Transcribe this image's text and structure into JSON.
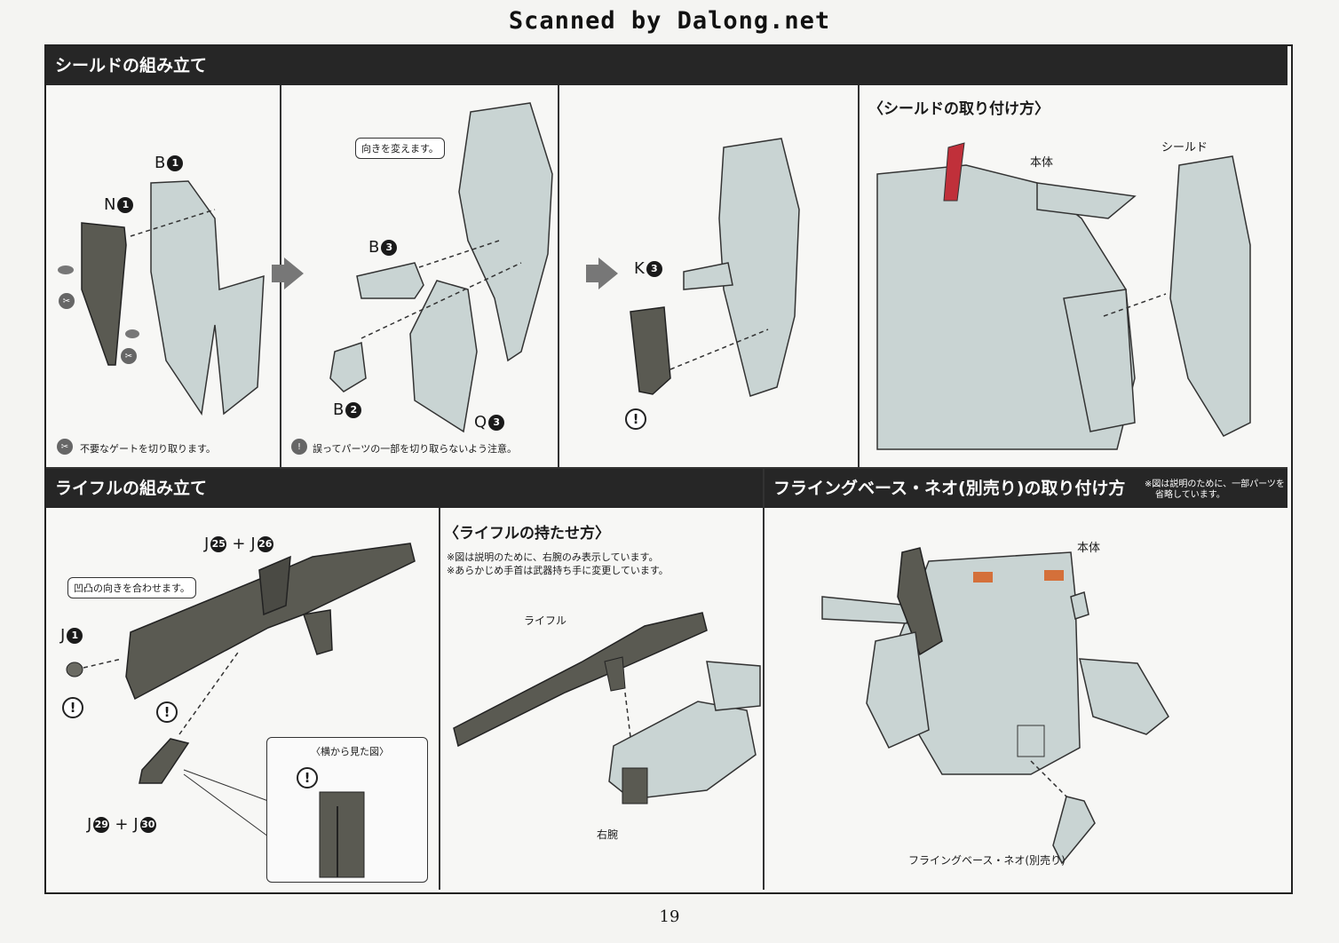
{
  "watermark": "Scanned by Dalong.net",
  "page_number": "19",
  "shield": {
    "title": "シールドの組み立て",
    "step1": {
      "part_b": "B",
      "part_b_num": "1",
      "part_n": "N",
      "part_n_num": "1"
    },
    "step2": {
      "callout": "向きを変えます。",
      "b3": "B",
      "b3_num": "3",
      "b2": "B",
      "b2_num": "2",
      "q3": "Q",
      "q3_num": "3"
    },
    "step3": {
      "k3": "K",
      "k3_num": "3"
    },
    "attach_title": "〈シールドの取り付け方〉",
    "attach_body_label": "本体",
    "attach_shield_label": "シールド",
    "note_gate": "不要なゲートを切り取ります。",
    "note_careful": "誤ってパーツの一部を切り取らないよう注意。"
  },
  "rifle": {
    "title": "ライフルの組み立て",
    "j25": "J",
    "j25_num": "25",
    "plus": "+",
    "j26": "J",
    "j26_num": "26",
    "callout": "凹凸の向きを合わせます。",
    "j1": "J",
    "j1_num": "1",
    "j29": "J",
    "j29_num": "29",
    "j30": "J",
    "j30_num": "30",
    "side_view": "〈横から見た図〉",
    "hold_title": "〈ライフルの持たせ方〉",
    "hold_note1": "※図は説明のために、右腕のみ表示しています。",
    "hold_note2": "※あらかじめ手首は武器持ち手に変更しています。",
    "rifle_label": "ライフル",
    "arm_label": "右腕"
  },
  "flying_base": {
    "title": "フライングベース・ネオ(別売り)の取り付け方",
    "note_line1": "※図は説明のために、一部パーツを",
    "note_line2": "省略しています。",
    "body_label": "本体",
    "base_label": "フライングベース・ネオ(別売り)"
  },
  "colors": {
    "part_fill": "#c9d4d3",
    "dark_part": "#5a5a52",
    "header_bg": "#262626",
    "accent_red": "#c0303a"
  },
  "icons": [
    "gate-cut-icon",
    "caution-icon",
    "next-step-arrow-icon"
  ]
}
